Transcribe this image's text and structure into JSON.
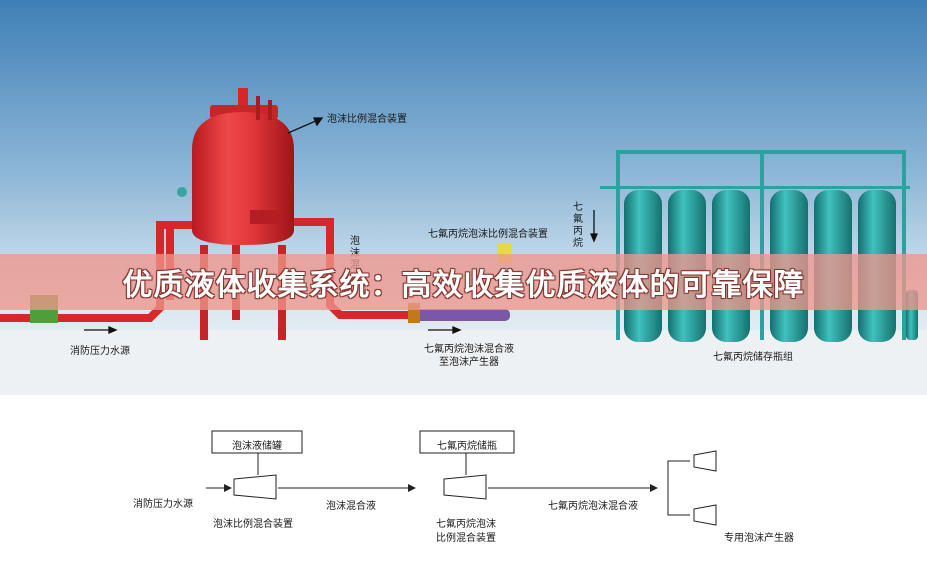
{
  "banner": {
    "title": "优质液体收集系统：高效收集优质液体的可靠保障"
  },
  "photo": {
    "proportioner_label": "泡沫比例混合装置",
    "foam_vertical_label": "泡沫混",
    "water_source_label": "消防压力水源",
    "hfc_proportioner_label": "七氟丙烷泡沫比例混合装置",
    "hfc_vertical_label": "七氟丙烷",
    "mix_to_generator_line1": "七氟丙烷泡沫混合液",
    "mix_to_generator_line2": "至泡沫产生器",
    "cylinder_group_label": "七氟丙烷储存瓶组"
  },
  "flow": {
    "foam_tank": "泡沫液储罐",
    "hfc_bottle": "七氟丙烷储瓶",
    "water_source": "消防压力水源",
    "proportioner": "泡沫比例混合装置",
    "foam_mix": "泡沫混合液",
    "hfc_proportioner_line1": "七氟丙烷泡沫",
    "hfc_proportioner_line2": "比例混合装置",
    "hfc_foam_mix": "七氟丙烷泡沫混合液",
    "generator": "专用泡沫产生器"
  },
  "colors": {
    "tank_red": "#e0363a",
    "cylinder_teal": "#2aa3a0",
    "banner": "#ee968c"
  }
}
